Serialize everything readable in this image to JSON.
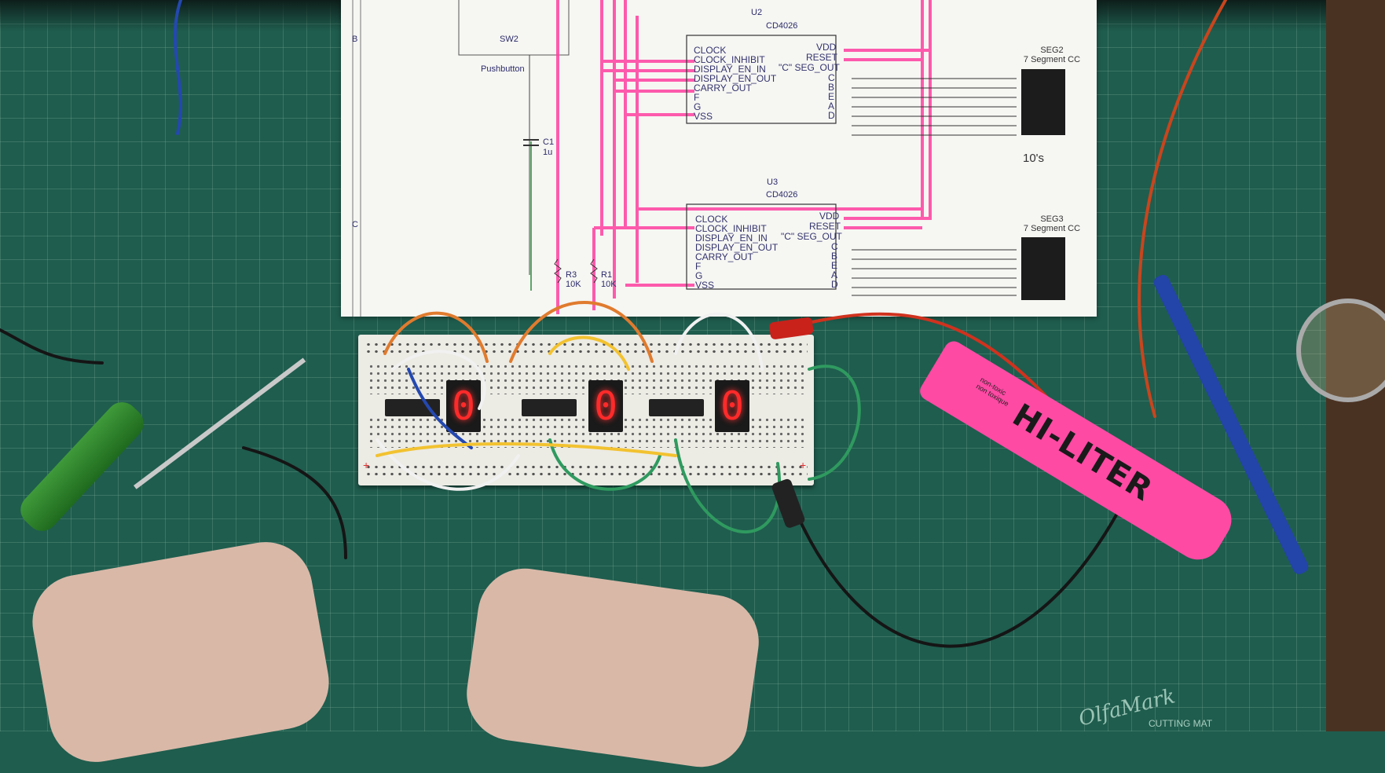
{
  "schematic": {
    "switch_label": "SW2",
    "switch_type": "Pushbutton",
    "capacitor_label": "C1",
    "capacitor_value": "1u",
    "row_label_b": "B",
    "row_label_c": "C",
    "resistor_r3": "R3",
    "resistor_r3_value": "10K",
    "resistor_r1": "R1",
    "resistor_r1_value": "10K",
    "u2": {
      "ref": "U2",
      "part": "CD4026",
      "left_pins": [
        "CLOCK",
        "CLOCK_INHIBIT",
        "DISPLAY_EN_IN",
        "DISPLAY_EN_OUT",
        "CARRY_OUT",
        "F",
        "G",
        "VSS"
      ],
      "right_pins": [
        "VDD",
        "RESET",
        "\"C\" SEG_OUT",
        "C",
        "B",
        "E",
        "A",
        "D"
      ]
    },
    "u3": {
      "ref": "U3",
      "part": "CD4026",
      "left_pins": [
        "CLOCK",
        "CLOCK_INHIBIT",
        "DISPLAY_EN_IN",
        "DISPLAY_EN_OUT",
        "CARRY_OUT",
        "F",
        "G",
        "VSS"
      ],
      "right_pins": [
        "VDD",
        "RESET",
        "\"C\" SEG_OUT",
        "C",
        "B",
        "E",
        "A",
        "D"
      ]
    },
    "seg2": {
      "ref": "SEG2",
      "type": "7 Segment CC",
      "caption": "10's"
    },
    "seg3": {
      "ref": "SEG3",
      "type": "7 Segment CC"
    }
  },
  "displays": [
    "0",
    "0",
    "0"
  ],
  "highlighter": {
    "brand": "HI-LITER",
    "sub": "non-toxic non toxique"
  },
  "mat": {
    "brand": "OlfaMark",
    "label": "CUTTING MAT"
  },
  "colors": {
    "mat": "#1f5d4e",
    "highlight": "#ff4aa4",
    "led": "#ff2a2a"
  }
}
